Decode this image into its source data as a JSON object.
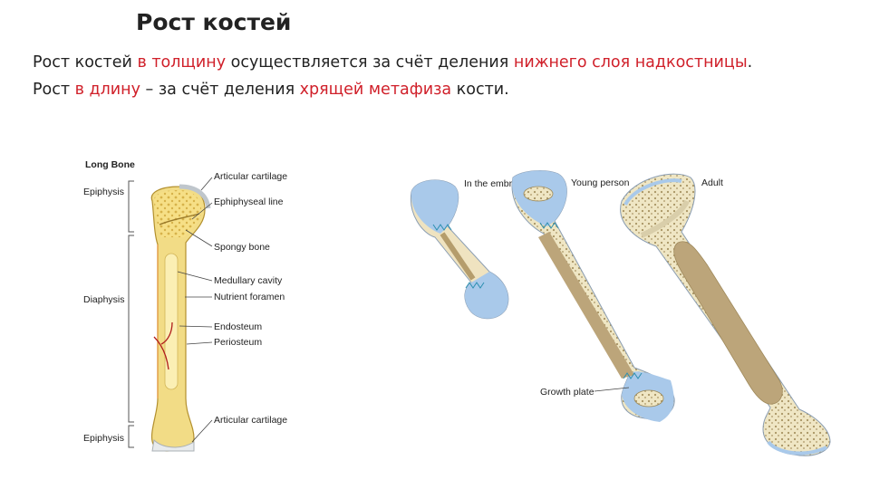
{
  "slide": {
    "title": "Рост костей",
    "line1": {
      "a": "Рост костей ",
      "b": "в толщину",
      "c": " осуществляется за счёт деления ",
      "d": "нижнего слоя надкостницы",
      "e": "."
    },
    "line2": {
      "a": "Рост ",
      "b": "в длину",
      "c": " – за счёт деления ",
      "d": "хрящей метафиза",
      "e": " кости."
    }
  },
  "long_bone": {
    "heading": "Long Bone",
    "left_labels": {
      "epiphysis_top": "Epiphysis",
      "diaphysis": "Diaphysis",
      "epiphysis_bottom": "Epiphysis"
    },
    "right_labels": {
      "articular_top": "Articular cartilage",
      "epiphyseal_line": "Ephiphyseal line",
      "spongy": "Spongy bone",
      "medullary": "Medullary cavity",
      "nutrient": "Nutrient foramen",
      "endosteum": "Endosteum",
      "periosteum": "Periosteum",
      "articular_bottom": "Articular cartilage"
    }
  },
  "growth_stages": {
    "embryo": "In the embryo",
    "young": "Young person",
    "adult": "Adult",
    "growth_plate": "Growth plate"
  },
  "colors": {
    "accent_red": "#d0202a",
    "bone": "#f4e3a0",
    "cartilage": "#a9c9ea",
    "shaft": "#c8b48c"
  }
}
